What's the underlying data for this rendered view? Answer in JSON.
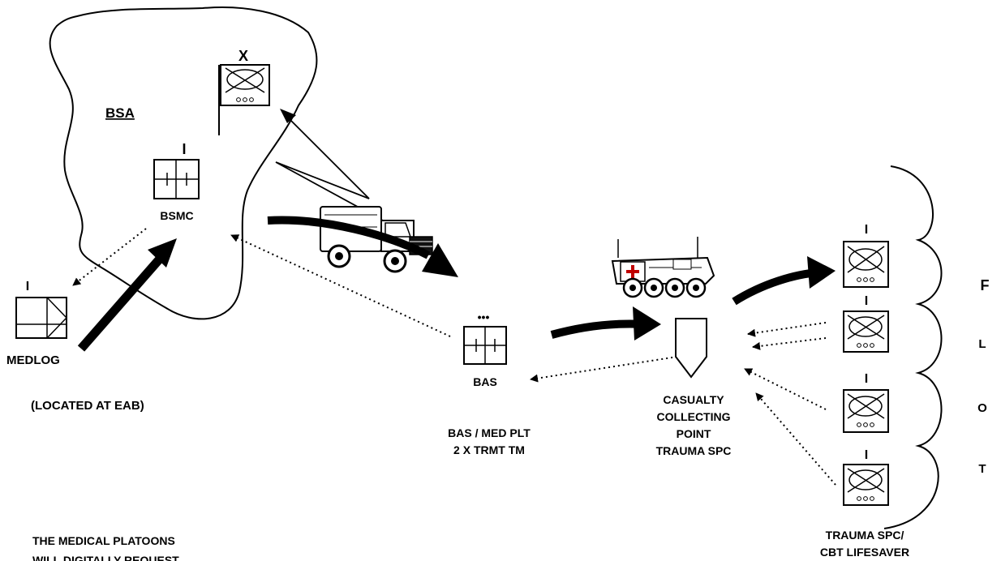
{
  "labels": {
    "bsa": "BSA",
    "bsmc": "BSMC",
    "medlog": "MEDLOG",
    "located": "(LOCATED AT EAB)",
    "bas": "BAS",
    "bas_med_line1": "BAS / MED PLT",
    "bas_med_line2": "2 X TRMT TM",
    "ccp_line1": "CASUALTY",
    "ccp_line2": "COLLECTING",
    "ccp_line3": "POINT",
    "ccp_line4": "TRAUMA SPC",
    "trauma_line1": "TRAUMA SPC/",
    "trauma_line2": "CBT LIFESAVER",
    "bottom_line1": "THE MEDICAL PLATOONS",
    "bottom_line2": "WILL DIGITALLY REQUEST",
    "flot_f": "F",
    "flot_l": "L",
    "flot_o": "O",
    "flot_t": "T",
    "echelon_x": "X",
    "echelon_i_bsmc": "I",
    "echelon_i_medlog": "I",
    "echelon_bas": "•••"
  },
  "units": [
    {
      "echelon": "I"
    },
    {
      "echelon": "I"
    },
    {
      "echelon": "I"
    },
    {
      "echelon": "I"
    }
  ]
}
